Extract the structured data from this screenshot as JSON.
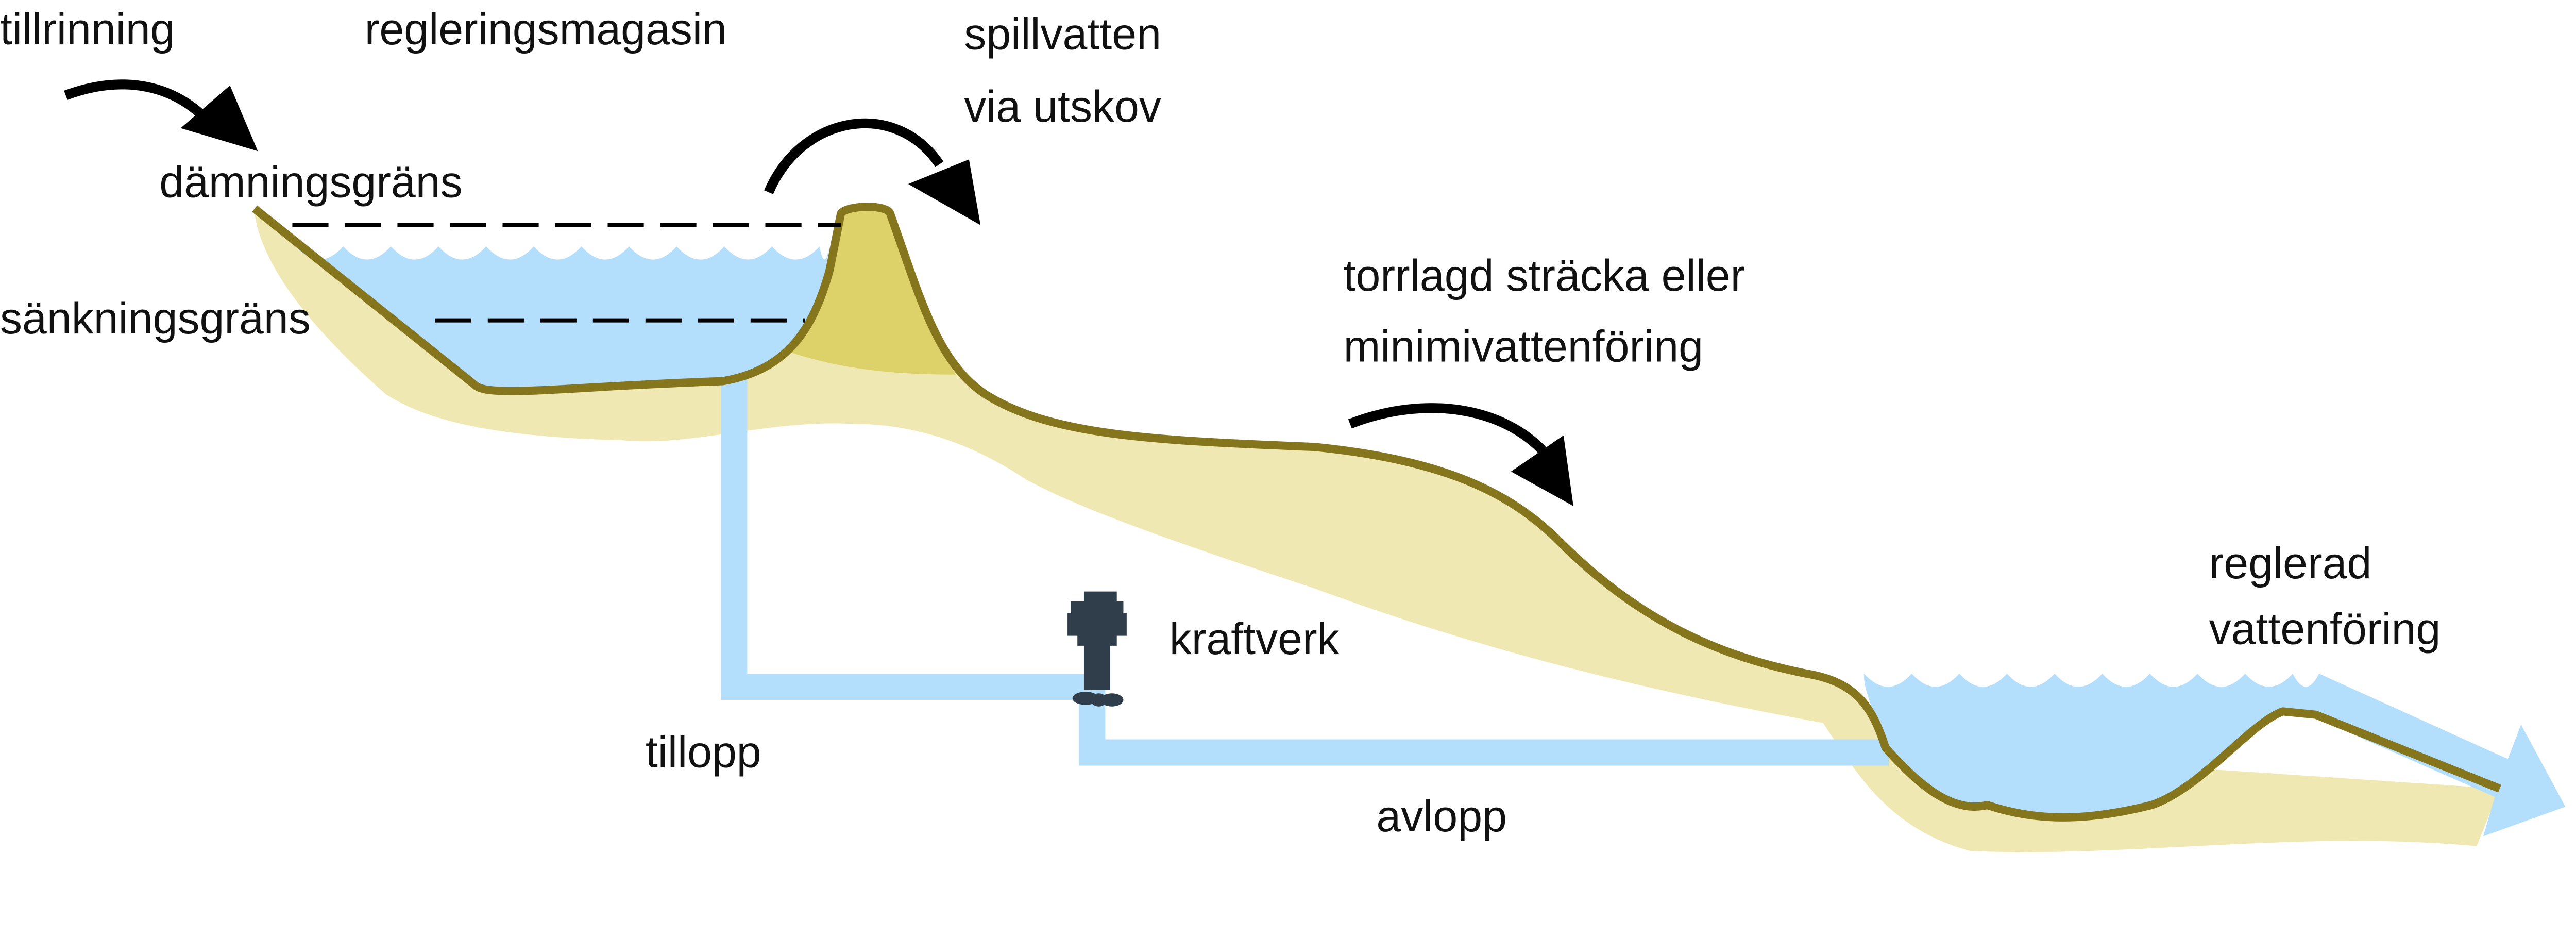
{
  "labels": {
    "inflow": "tillrinning",
    "reservoir": "regleringsmagasin",
    "spill_line1": "spillvatten",
    "spill_line2": "via utskov",
    "damming_limit": "dämningsgräns",
    "lowering_limit": "sänkningsgräns",
    "dry_line1": "torrlagd sträcka eller",
    "dry_line2": "minimivattenföring",
    "regulated_line1": "reglerad",
    "regulated_line2": "vattenföring",
    "power_plant": "kraftverk",
    "intake": "tillopp",
    "outlet": "avlopp"
  },
  "colors": {
    "water": "#b3defc",
    "ground": "#efe8b2",
    "dam": "#ddd26a",
    "outline": "#85761e",
    "turbine": "#2f3e4a",
    "arrow": "#000000"
  }
}
